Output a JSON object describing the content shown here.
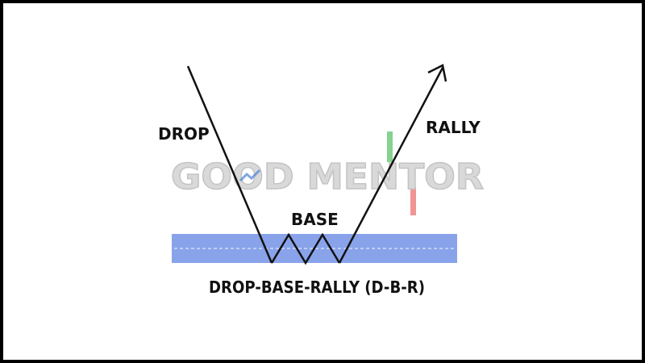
{
  "labels": {
    "drop": "DROP",
    "rally": "RALLY",
    "base": "BASE",
    "caption": "DROP-BASE-RALLY (D-B-R)"
  },
  "watermark": {
    "text": "GOOD MENTOR",
    "color": "#d9d9d9",
    "accent_green": "#5cc46a",
    "accent_red": "#e85a5a",
    "accent_blue": "#4a7fd6"
  },
  "colors": {
    "zone_fill": "#7f9be8",
    "zone_dash": "#dfe7fb",
    "line": "#111111",
    "border": "#000000"
  },
  "icons": {
    "arrowhead": "arrow-up-right-icon"
  }
}
